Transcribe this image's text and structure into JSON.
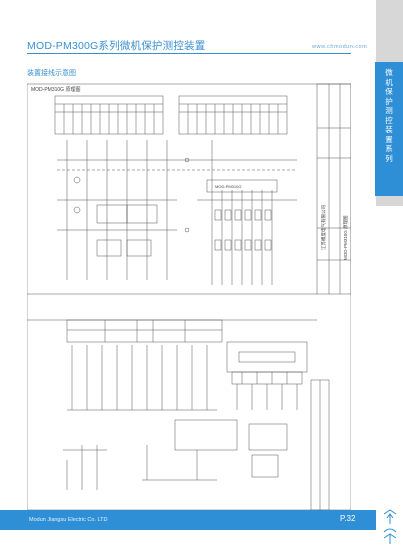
{
  "header": {
    "title": "MOD-PM300G系列微机保护测控装置",
    "url": "www.chmodun.com"
  },
  "side_tab": {
    "text": "微机保护测控装置系列"
  },
  "section": {
    "label": "装置接线示意图"
  },
  "drawing": {
    "frame_title": "MOD-PM310G 原理图",
    "center_label": "MOD-PM310G",
    "title_block": {
      "company": "江苏模度电气有限公司",
      "drawing_name": "MOD-PM310G 原理图"
    }
  },
  "footer": {
    "company": "Modun Jiangsu Electric Co. LTD",
    "page": "P.32"
  },
  "colors": {
    "accent": "#2f8fd6",
    "title": "#3a8fd0",
    "side_gray": "#d7d7d7"
  },
  "logo_icon": "modun-logo-icon"
}
